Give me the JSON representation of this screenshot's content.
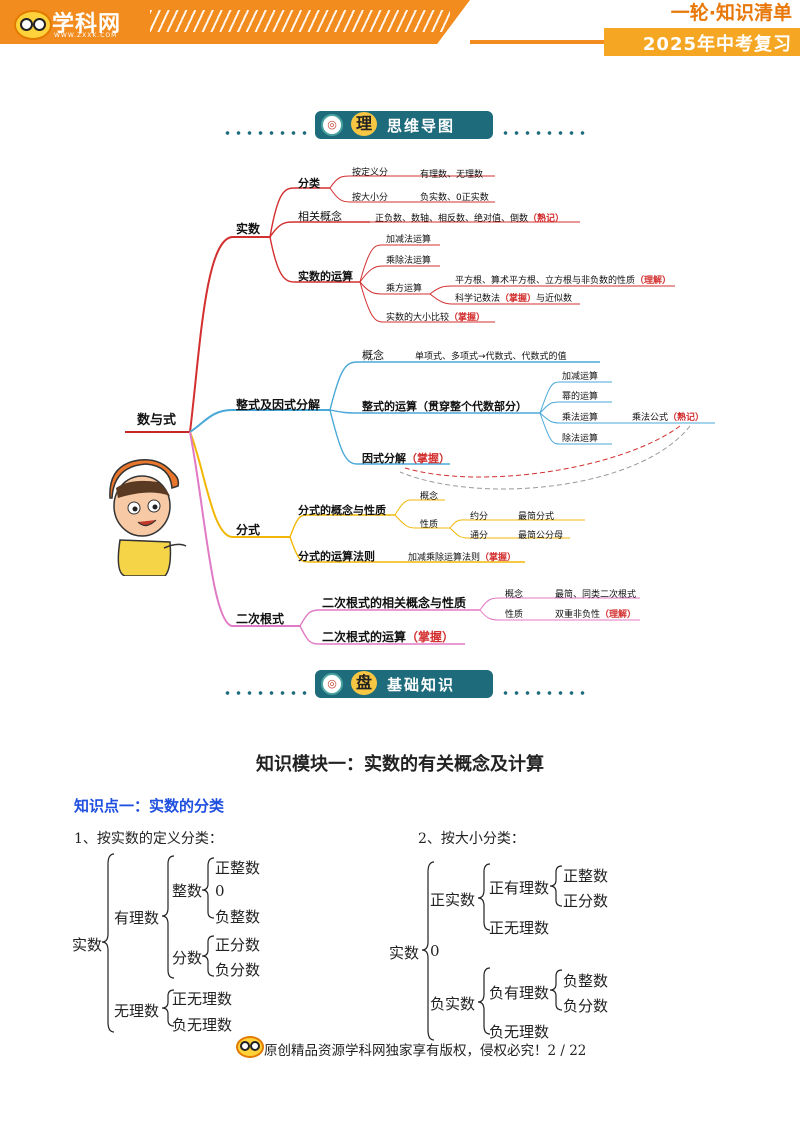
{
  "header": {
    "logo_text": "学科网",
    "logo_sub": "WWW.ZXXK.COM",
    "right_title": "一轮·知识清单",
    "right_subtitle": "2025年中考复习"
  },
  "banners": {
    "mindmap": {
      "icon_char": "理",
      "text": "思维导图"
    },
    "basics": {
      "icon_char": "盘",
      "text": "基础知识"
    }
  },
  "mindmap": {
    "root": "数与式",
    "b1": {
      "label": "实数",
      "fenlei": "分类",
      "by_def": "按定义分",
      "by_def_items": "有理数、无理数",
      "by_size": "按大小分",
      "by_size_items": "负实数、0正实数",
      "related": "相关概念",
      "related_items": "正负数、数轴、相反数、绝对值、倒数",
      "related_tag": "（熟记）",
      "ops": "实数的运算",
      "op_add": "加减法运算",
      "op_mul": "乘除法运算",
      "op_pow": "乘方运算",
      "op_pow_1": "平方根、算术平方根、立方根与非负数的性质",
      "op_pow_1_tag": "（理解）",
      "op_pow_2": "科学记数法",
      "op_pow_2_tag": "（掌握）",
      "op_pow_2_tail": "与近似数",
      "compare": "实数的大小比较",
      "compare_tag": "（掌握）"
    },
    "b2": {
      "label": "整式及因式分解",
      "concept": "概念",
      "concept_items": "单项式、多项式→代数式、代数式的值",
      "ops": "整式的运算（贯穿整个代数部分）",
      "op_add": "加减运算",
      "op_pow": "幂的运算",
      "op_mul": "乘法运算",
      "formula": "乘法公式",
      "formula_tag": "（熟记）",
      "op_div": "除法运算",
      "factor": "因式分解",
      "factor_tag": "（掌握）"
    },
    "b3": {
      "label": "分式",
      "concept": "分式的概念与性质",
      "c1": "概念",
      "c2": "性质",
      "yuefen": "约分",
      "simplest": "最简分式",
      "tongfen": "通分",
      "lcd": "最简公分母",
      "rules": "分式的运算法则",
      "rules_items": "加减乘除运算法则",
      "rules_tag": "（掌握）"
    },
    "b4": {
      "label": "二次根式",
      "concept": "二次根式的相关概念与性质",
      "c1": "概念",
      "c1_items": "最简、同类二次根式",
      "c2": "性质",
      "c2_items": "双重非负性",
      "c2_tag": "（理解）",
      "ops": "二次根式的运算",
      "ops_tag": "（掌握）"
    }
  },
  "section": {
    "title": "知识模块一：实数的有关概念及计算",
    "point": "知识点一：实数的分类",
    "left": {
      "heading": "1、按实数的定义分类：",
      "root": "实数",
      "rational": "有理数",
      "integer": "整数",
      "pos_int": "正整数",
      "zero": "0",
      "neg_int": "负整数",
      "fraction": "分数",
      "pos_frac": "正分数",
      "neg_frac": "负分数",
      "irrational": "无理数",
      "pos_irr": "正无理数",
      "neg_irr": "负无理数"
    },
    "right": {
      "heading": "2、按大小分类：",
      "root": "实数",
      "pos_real": "正实数",
      "pos_rat": "正有理数",
      "pos_int": "正整数",
      "pos_frac": "正分数",
      "pos_irr": "正无理数",
      "zero": "0",
      "neg_real": "负实数",
      "neg_rat": "负有理数",
      "neg_int": "负整数",
      "neg_frac": "负分数",
      "neg_irr": "负无理数"
    }
  },
  "footer": {
    "text": "原创精品资源学科网独家享有版权，侵权必究！2 / 22"
  },
  "colors": {
    "orange": "#f28c1e",
    "teal": "#1e6b7c",
    "red_branch": "#d32f2f",
    "blue_branch": "#4aa8d8",
    "yellow_branch": "#f2b705",
    "pink_branch": "#e07ac4",
    "link_blue": "#1f4fe0"
  }
}
